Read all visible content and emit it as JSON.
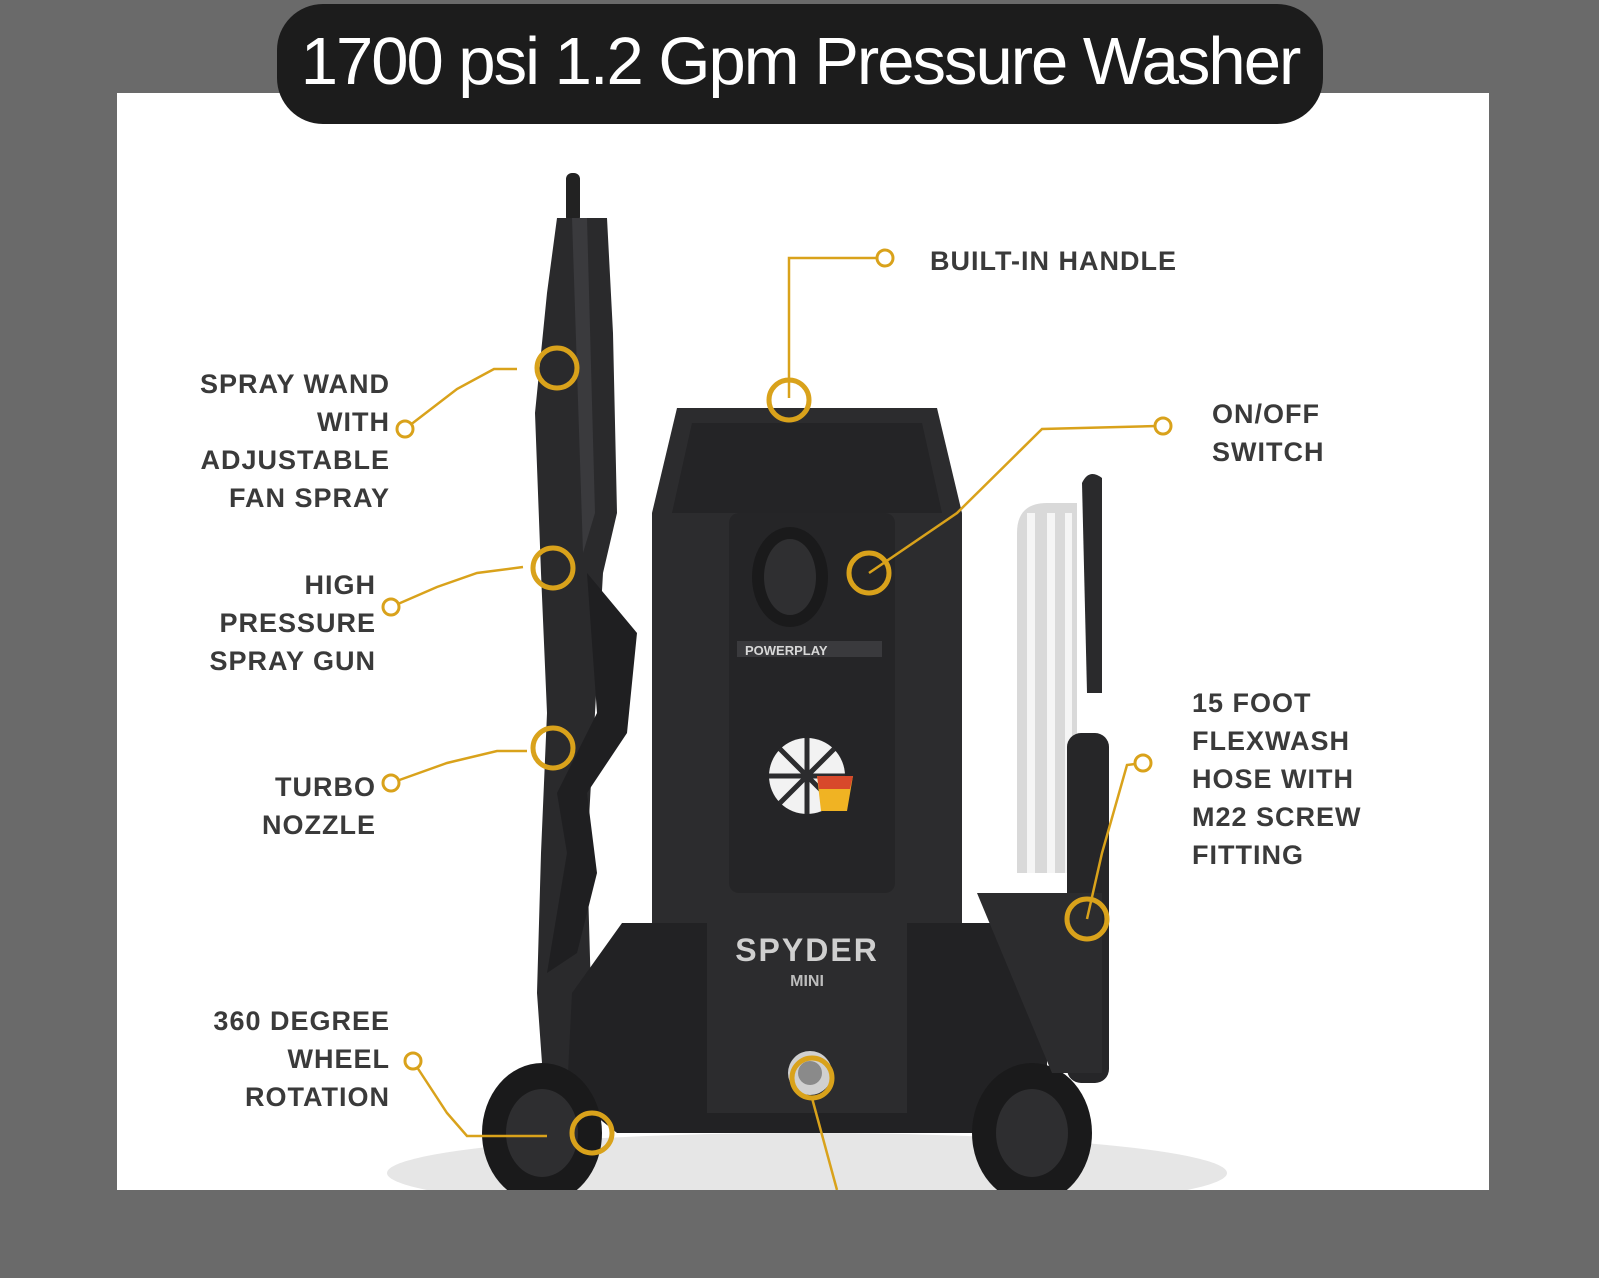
{
  "title": "1700 psi 1.2 Gpm Pressure Washer",
  "callouts": {
    "spray_wand": "SPRAY WAND\nWITH\nADJUSTABLE\nFAN SPRAY",
    "spray_gun": "HIGH\nPRESSURE\nSPRAY GUN",
    "turbo_nozzle": "TURBO\nNOZZLE",
    "wheel_rotation": "360 DEGREE\nWHEEL\nROTATION",
    "built_in_handle": "BUILT-IN HANDLE",
    "on_off_switch": "ON/OFF\nSWITCH",
    "hose": "15 FOOT\nFLEXWASH\nHOSE WITH\nM22 SCREW\nFITTING"
  },
  "product": {
    "brand_strip": "POWERPLAY",
    "model_name": "SPYDER",
    "model_sub": "MINI"
  },
  "colors": {
    "accent": "#d9a21b",
    "body": "#2c2c2e",
    "background": "#6a6a6a",
    "banner": "#1c1c1c"
  }
}
